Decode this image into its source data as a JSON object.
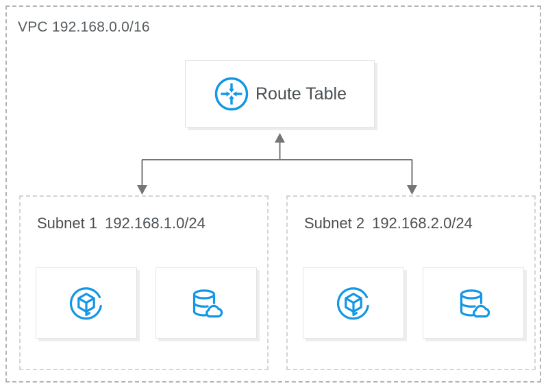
{
  "diagram": {
    "type": "vpc-network-topology",
    "accent_color": "#1296e6",
    "text_color": "#4a4f53",
    "vpc_border_color": "#b3b3b3",
    "subnet_border_color": "#d2d4d6",
    "connector_color": "#757575",
    "vpc": {
      "label": "VPC 192.168.0.0/16",
      "name": "VPC",
      "cidr": "192.168.0.0/16"
    },
    "route_table": {
      "label": "Route Table",
      "icon": "router-icon"
    },
    "connectors": [
      {
        "from": "bus",
        "to": "route-table",
        "direction": "up",
        "arrow": "up-arrow-to-route-table"
      },
      {
        "from": "bus",
        "to": "subnet-1",
        "direction": "down",
        "arrow": "down-arrow-to-subnet-1"
      },
      {
        "from": "bus",
        "to": "subnet-2",
        "direction": "down",
        "arrow": "down-arrow-to-subnet-2"
      }
    ],
    "subnets": [
      {
        "name": "Subnet 1",
        "cidr": "192.168.1.0/24",
        "resources": [
          {
            "icon": "ecs-instance-icon"
          },
          {
            "icon": "cloud-database-icon"
          }
        ]
      },
      {
        "name": "Subnet 2",
        "cidr": "192.168.2.0/24",
        "resources": [
          {
            "icon": "ecs-instance-icon"
          },
          {
            "icon": "cloud-database-icon"
          }
        ]
      }
    ]
  }
}
